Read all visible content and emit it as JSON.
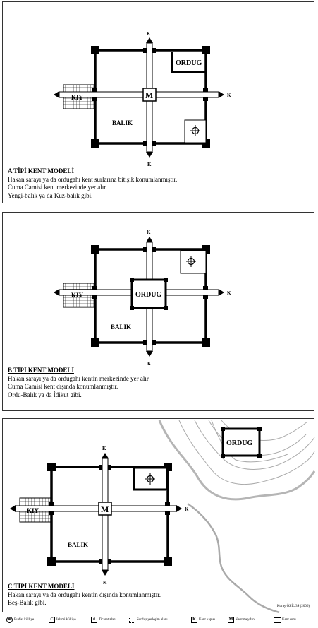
{
  "panel_a": {
    "title": "A TİPİ KENT MODELİ",
    "lines": [
      "Hakan sarayı ya da ordugahı kent surlarına bitişik konumlanmıştır.",
      "Cuma Camisi kent merkezinde yer alır.",
      "Yengi-balık ya da Kuz-balık gibi."
    ],
    "labels": {
      "kiy": "KIY",
      "ordug": "ORDUG",
      "balik": "BALIK",
      "m": "M",
      "k_top": "K",
      "k_right": "K",
      "k_bottom": "K"
    }
  },
  "panel_b": {
    "title": "B TİPİ KENT MODELİ",
    "lines": [
      "Hakan sarayı ya da ordugahı kentin merkezinde yer alır.",
      "Cuma Camisi kent dışında konumlanmıştır.",
      "Ordu-Balık ya da İdikut gibi."
    ],
    "labels": {
      "kiy": "KIY",
      "ordug": "ORDUG",
      "balik": "BALIK",
      "k_top": "K",
      "k_right": "K",
      "k_bottom": "K"
    }
  },
  "panel_c": {
    "title": "C TİPİ KENT MODELİ",
    "lines": [
      "Hakan sarayı ya da ordugahı kentin dışında konumlanmıştır.",
      "Beş-Balık gibi."
    ],
    "labels": {
      "kiy": "KIY",
      "ordug": "ORDUG",
      "balik": "BALIK",
      "m": "M",
      "k_top": "K",
      "k_right": "K",
      "k_bottom": "K"
    },
    "credit": "Koray ÖZİL 3S (2006)"
  },
  "legend": [
    {
      "symbol": "⊕",
      "label": "Budist külliye"
    },
    {
      "symbol": "C",
      "label": "İslami külliye"
    },
    {
      "symbol": "#",
      "label": "Ticaret alanı"
    },
    {
      "symbol": "",
      "label": "Surdışı yerleşim alanı"
    },
    {
      "symbol": "K",
      "label": "Kent kapısı"
    },
    {
      "symbol": "M",
      "label": "Kent meydanı"
    },
    {
      "symbol": "",
      "label": "Kent suru"
    }
  ]
}
